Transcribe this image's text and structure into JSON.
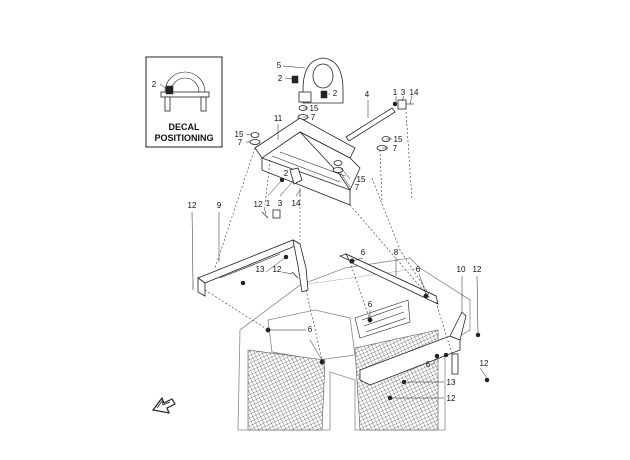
{
  "inset": {
    "title_line1": "DECAL",
    "title_line2": "POSITIONING",
    "callout": "2"
  },
  "callouts": {
    "c5": "5",
    "c2a": "2",
    "c2b": "2",
    "c15a": "15",
    "c7a": "7",
    "c4": "4",
    "c1a": "1",
    "c3a": "3",
    "c14a": "14",
    "c15b": "15",
    "c7b": "7",
    "c11": "11",
    "c15c": "15",
    "c7c": "7",
    "c15d": "15",
    "c7d": "7",
    "c2c": "2",
    "c1b": "1",
    "c3b": "3",
    "c14b": "14",
    "c12a": "12",
    "c9": "9",
    "c12b": "12",
    "c6a": "6",
    "c8": "8",
    "c13a": "13",
    "c12c": "12",
    "c6b": "6",
    "c10": "10",
    "c12d": "12",
    "c6c": "6",
    "c6d": "6",
    "c6e": "6",
    "c12e": "12",
    "c13b": "13",
    "c12f": "12"
  },
  "colors": {
    "ink": "#222222",
    "paper": "#ffffff",
    "mesh": "#555555"
  },
  "icons": {
    "direction_arrow": "front-direction-arrow-icon"
  }
}
